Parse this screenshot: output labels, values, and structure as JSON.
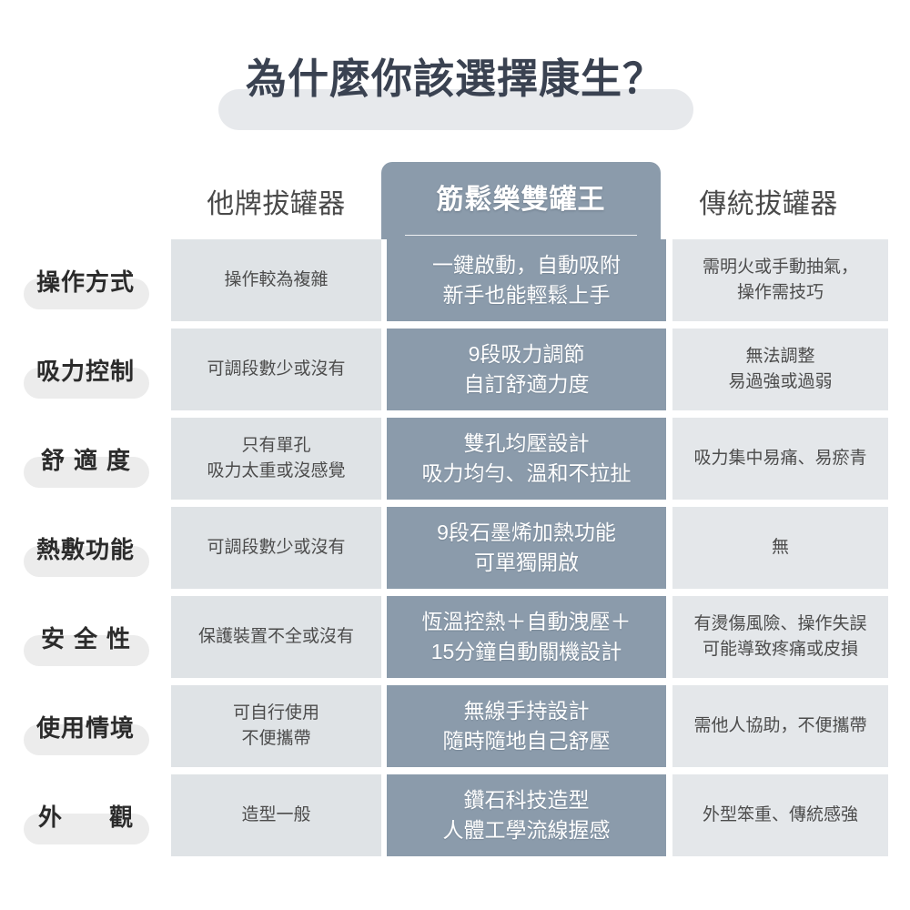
{
  "title": "為什麼你該選擇康生？",
  "columns": {
    "label_header": "",
    "other": "他牌拔罐器",
    "highlight": "筋鬆樂雙罐王",
    "traditional": "傳統拔罐器"
  },
  "colors": {
    "highlight_bg": "#8b9bab",
    "side_bg": "#dfe3e6",
    "traditional_bg": "#e4e7ea",
    "title_text": "#3a4251",
    "title_pill": "#e7e9ec",
    "label_pill": "#ececec"
  },
  "rows": [
    {
      "label": "操作方式",
      "label_style": "normal",
      "other": "操作較為複雜",
      "highlight": "一鍵啟動，自動吸附\n新手也能輕鬆上手",
      "traditional": "需明火或手動抽氣，\n操作需技巧"
    },
    {
      "label": "吸力控制",
      "label_style": "normal",
      "other": "可調段數少或沒有",
      "highlight": "9段吸力調節\n自訂舒適力度",
      "traditional": "無法調整\n易過強或過弱"
    },
    {
      "label": "舒適度",
      "label_style": "wide",
      "other": "只有單孔\n吸力太重或沒感覺",
      "highlight": "雙孔均壓設計\n吸力均勻、溫和不拉扯",
      "traditional": "吸力集中易痛、易瘀青"
    },
    {
      "label": "熱敷功能",
      "label_style": "normal",
      "other": "可調段數少或沒有",
      "highlight": "9段石墨烯加熱功能\n可單獨開啟",
      "traditional": "無"
    },
    {
      "label": "安全性",
      "label_style": "wide",
      "other": "保護裝置不全或沒有",
      "highlight": "恆溫控熱＋自動洩壓＋\n15分鐘自動關機設計",
      "traditional": "有燙傷風險、操作失誤\n可能導致疼痛或皮損"
    },
    {
      "label": "使用情境",
      "label_style": "normal",
      "other": "可自行使用\n不便攜帶",
      "highlight": "無線手持設計\n隨時隨地自己舒壓",
      "traditional": "需他人協助，不便攜帶"
    },
    {
      "label": "外觀",
      "label_style": "xwide",
      "other": "造型一般",
      "highlight": "鑽石科技造型\n人體工學流線握感",
      "traditional": "外型笨重、傳統感強"
    }
  ]
}
